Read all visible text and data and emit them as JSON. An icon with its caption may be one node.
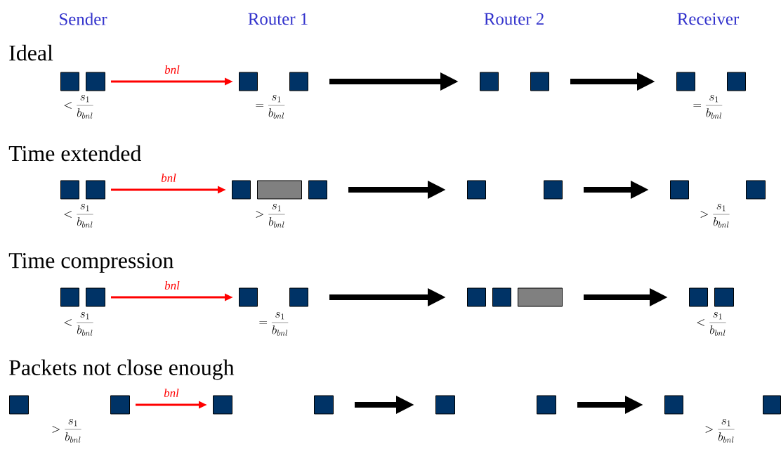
{
  "diagram": {
    "nodes": [
      {
        "text": [],
        "shape": "box"
      },
      {
        "text": [],
        "shape": "box"
      },
      {
        "text": [],
        "shape": "box"
      },
      {
        "text": [],
        "shape": "box"
      },
      {
        "text": [],
        "shape": "box"
      },
      {
        "text": [],
        "shape": "box"
      },
      {
        "text": [],
        "shape": "box"
      },
      {
        "text": [],
        "shape": "box"
      },
      {
        "text": [],
        "shape": "box"
      },
      {
        "text": [],
        "shape": "box"
      },
      {
        "text": [],
        "shape": "box"
      },
      {
        "text": [],
        "shape": "bar"
      },
      {
        "text": [],
        "shape": "box"
      },
      {
        "text": [],
        "shape": "box"
      },
      {
        "text": [],
        "shape": "box"
      },
      {
        "text": [],
        "shape": "box"
      },
      {
        "text": [],
        "shape": "box"
      },
      {
        "text": [],
        "shape": "box"
      },
      {
        "text": [],
        "shape": "box"
      },
      {
        "text": [],
        "shape": "box"
      },
      {
        "text": [],
        "shape": "box"
      },
      {
        "text": [],
        "shape": "box"
      },
      {
        "text": [],
        "shape": "box"
      },
      {
        "text": [],
        "shape": "bar"
      },
      {
        "text": [],
        "shape": "box"
      },
      {
        "text": [],
        "shape": "box"
      },
      {
        "text": [],
        "shape": "box"
      },
      {
        "text": [],
        "shape": "box"
      },
      {
        "text": [],
        "shape": "box"
      },
      {
        "text": [],
        "shape": "box"
      },
      {
        "text": [],
        "shape": "box"
      },
      {
        "text": [],
        "shape": "box"
      },
      {
        "text": [],
        "shape": "box"
      },
      {
        "text": [],
        "shape": "box"
      }
    ],
    "edges": [
      {
        "from": 1,
        "to": 2,
        "arrow": "to",
        "label": "bnl",
        "color": "#ff0000"
      },
      {
        "from": 3,
        "to": 4,
        "arrow": "to"
      },
      {
        "from": 5,
        "to": 6,
        "arrow": "to"
      },
      {
        "from": 9,
        "to": 10,
        "arrow": "to",
        "label": "bnl",
        "color": "#ff0000"
      },
      {
        "from": 12,
        "to": 13,
        "arrow": "to"
      },
      {
        "from": 14,
        "to": 15,
        "arrow": "to"
      },
      {
        "from": 18,
        "to": 19,
        "arrow": "to",
        "label": "bnl",
        "color": "#ff0000"
      },
      {
        "from": 20,
        "to": 21,
        "arrow": "to"
      },
      {
        "from": 23,
        "to": 24,
        "arrow": "to"
      },
      {
        "from": 27,
        "to": 28,
        "arrow": "to",
        "label": "bnl",
        "color": "#ff0000"
      },
      {
        "from": 29,
        "to": 30,
        "arrow": "to"
      },
      {
        "from": 31,
        "to": 32,
        "arrow": "to"
      }
    ],
    "labels": [
      "Sender",
      "Router 1",
      "Router 2",
      "Receiver",
      "Ideal",
      "<\\frac{s_1}{b_{bnl}}",
      "=\\frac{s_1}{b_{bnl}}",
      "=\\frac{s_1}{b_{bnl}}",
      "Time extended",
      "<\\frac{s_1}{b_{bnl}}",
      ">\\frac{s_1}{b_{bnl}}",
      ">\\frac{s_1}{b_{bnl}}",
      "Time compression",
      "<\\frac{s_1}{b_{bnl}}",
      "=\\frac{s_1}{b_{bnl}}",
      "<\\frac{s_1}{b_{bnl}}",
      "Packets not close enough",
      ">\\frac{s_1}{b_{bnl}}",
      ">\\frac{s_1}{b_{bnl}}"
    ]
  }
}
